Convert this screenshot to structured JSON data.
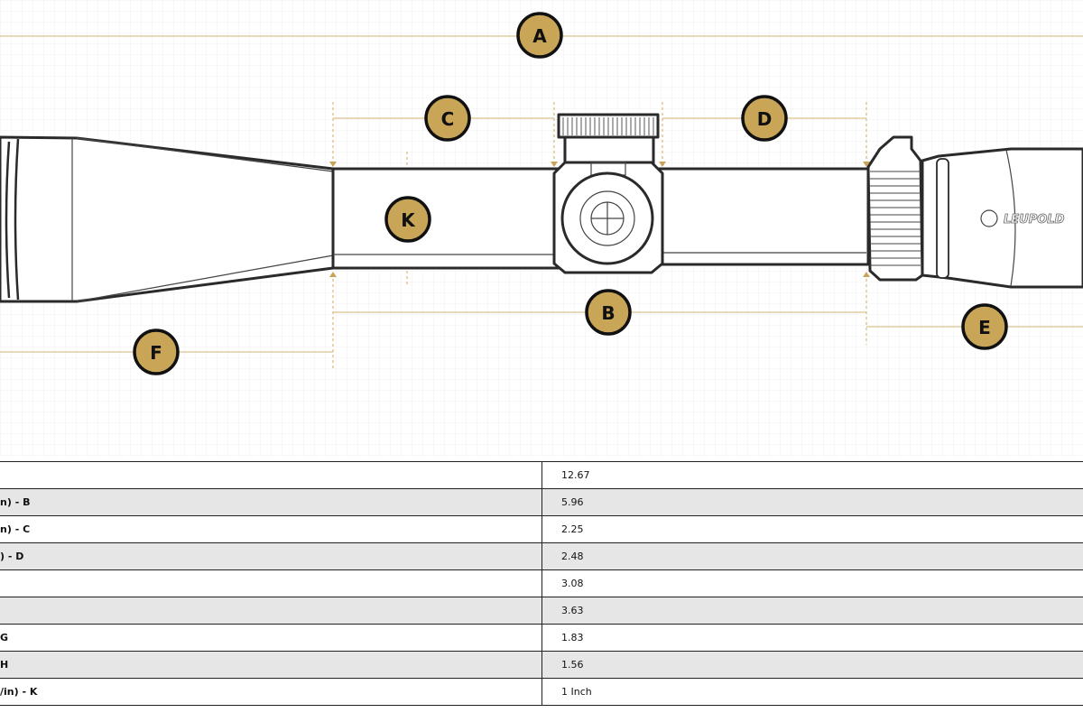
{
  "diagram": {
    "callouts": [
      "A",
      "B",
      "C",
      "D",
      "E",
      "F",
      "K"
    ],
    "logo_text": "LEUPOLD",
    "colors": {
      "callout_fill": "#c9a557",
      "dimension_line": "#d9c28d",
      "outline": "#2a2a2a",
      "grid": "#f0f0f0"
    }
  },
  "table": {
    "rows": [
      {
        "label": "",
        "value": "12.67"
      },
      {
        "label": "n) - B",
        "value": "5.96"
      },
      {
        "label": "n) - C",
        "value": "2.25"
      },
      {
        "label": ") - D",
        "value": "2.48"
      },
      {
        "label": "",
        "value": "3.08"
      },
      {
        "label": "",
        "value": "3.63"
      },
      {
        "label": "G",
        "value": "1.83"
      },
      {
        "label": "H",
        "value": "1.56"
      },
      {
        "label": "/in) - K",
        "value": "1 Inch"
      }
    ]
  }
}
